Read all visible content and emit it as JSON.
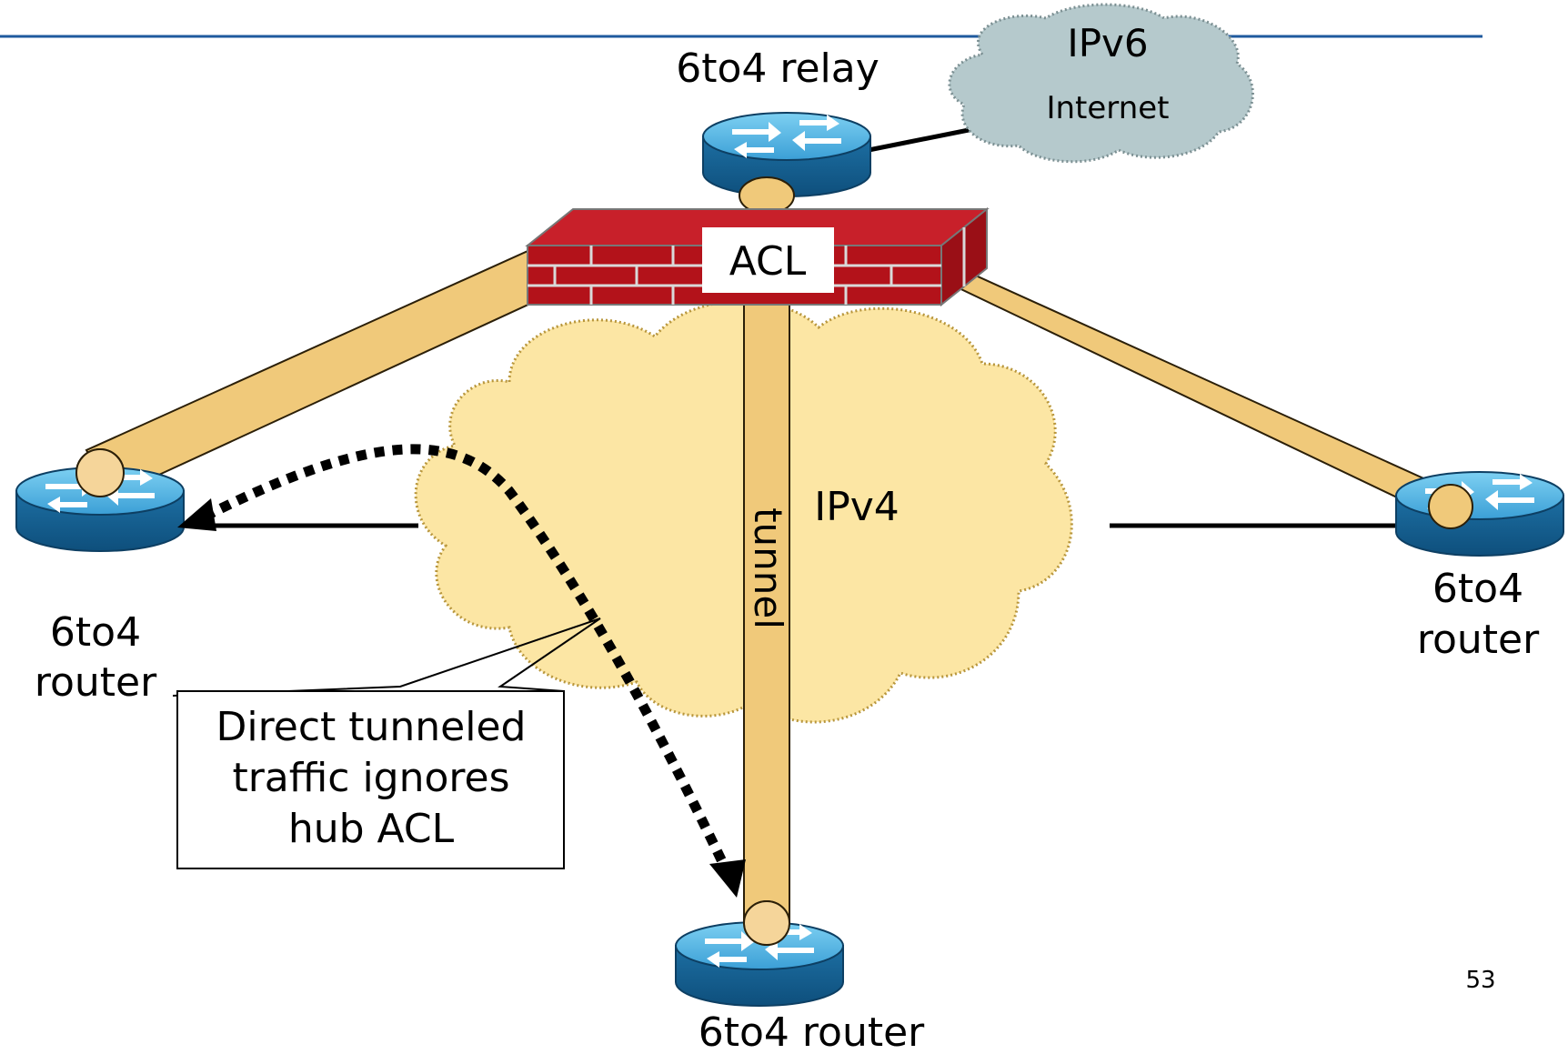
{
  "labels": {
    "relay": "6to4 relay",
    "ipv6_cloud_title": "IPv6",
    "ipv6_cloud_sub": "Internet",
    "acl": "ACL",
    "ipv4": "IPv4",
    "tunnel": "tunnel",
    "left_router_line1": "6to4",
    "left_router_line2": "router",
    "right_router_line1": "6to4",
    "right_router_line2": "router",
    "bottom_router": "6to4 router",
    "slide_number": "53"
  },
  "callout": {
    "line1": "Direct tunneled",
    "line2": "traffic ignores",
    "line3": "hub ACL"
  },
  "colors": {
    "header_rule": "#1f5a9e",
    "router_blue": "#2e8fc4",
    "router_top": "#5ab8e6",
    "tunnel_fill": "#f0c97a",
    "tunnel_stroke": "#8a6a2a",
    "ipv4_cloud": "#fce6a4",
    "ipv6_cloud": "#b5c9cc",
    "firewall_red": "#b3121a",
    "firewall_mortar": "#d9d9d9"
  },
  "icons": [
    "router-icon",
    "firewall-icon",
    "cloud-icon"
  ]
}
